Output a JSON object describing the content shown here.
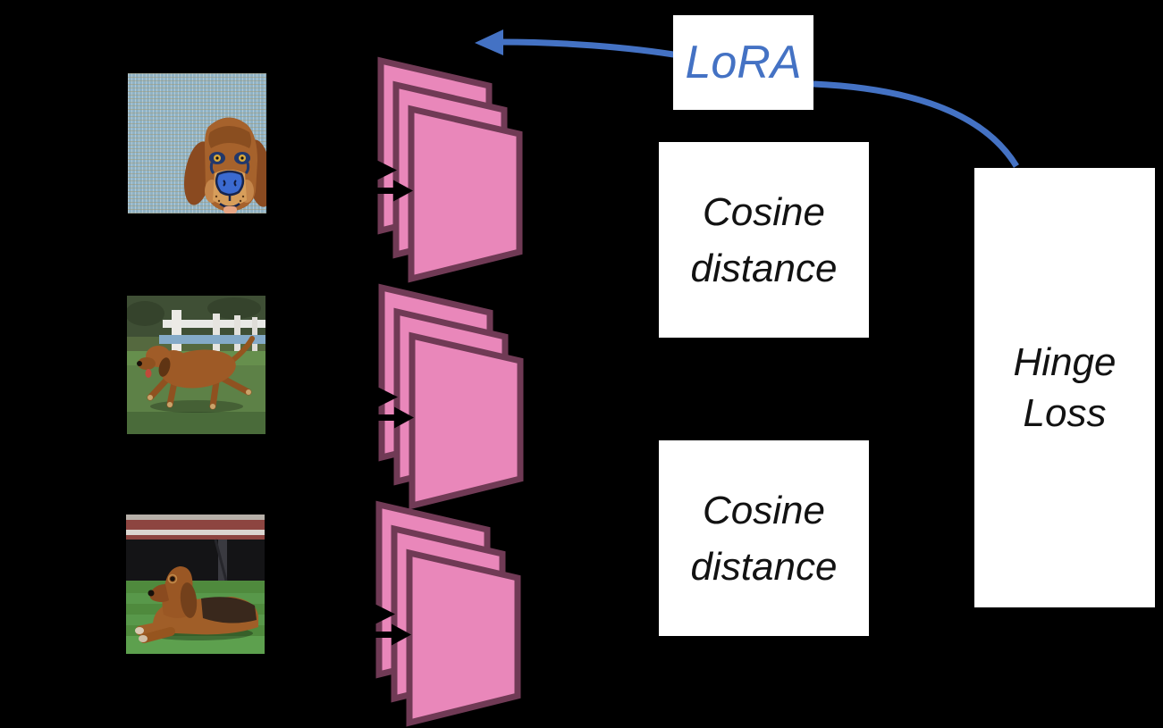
{
  "palette": {
    "background": "#000000",
    "box_bg": "#ffffff",
    "box_text": "#121212",
    "accent_blue": "#4472c4",
    "panel_pink": "#e987ba",
    "panel_border": "#703a55",
    "arrow_black": "#000000"
  },
  "boxes": {
    "lora": {
      "label": "LoRA"
    },
    "cosine_top": {
      "line1": "Cosine",
      "line2": "distance"
    },
    "cosine_bottom": {
      "line1": "Cosine",
      "line2": "distance"
    },
    "hinge": {
      "line1": "Hinge",
      "line2": "Loss"
    }
  },
  "diagram": {
    "encoder_stacks": 3,
    "panels_per_stack": 3,
    "input_images": 3
  },
  "icons": {
    "blue_arrow": "curved-feedback-arrow-left",
    "stack_input_arrows": "right-arrowhead"
  },
  "images": {
    "top": "stylized-bloodhound-portrait",
    "middle": "bloodhound-running-photo",
    "bottom": "bloodhound-lying-photo"
  }
}
